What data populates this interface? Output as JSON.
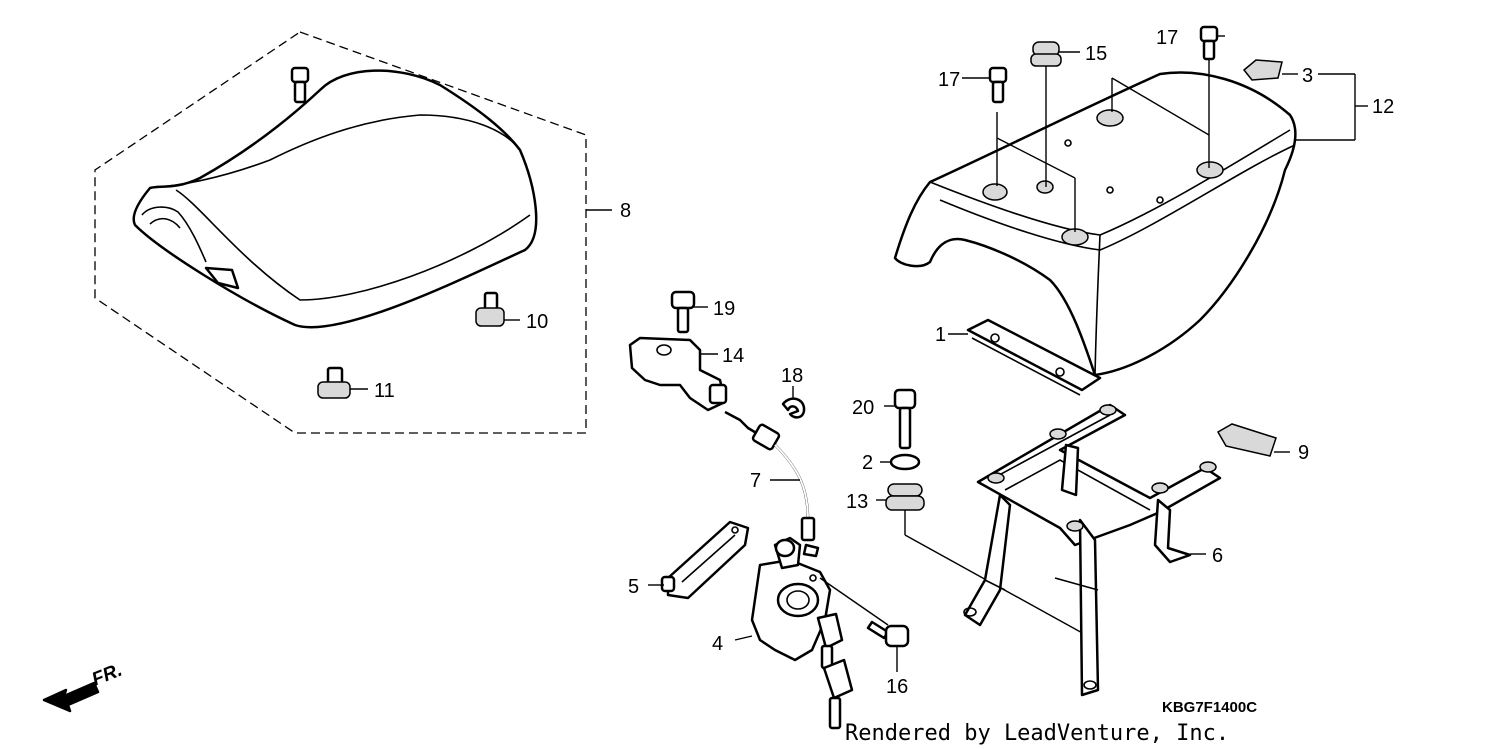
{
  "parts": [
    {
      "id": "p1",
      "label": "1"
    },
    {
      "id": "p2",
      "label": "2"
    },
    {
      "id": "p3",
      "label": "3"
    },
    {
      "id": "p4",
      "label": "4"
    },
    {
      "id": "p5",
      "label": "5"
    },
    {
      "id": "p6",
      "label": "6"
    },
    {
      "id": "p7",
      "label": "7"
    },
    {
      "id": "p8",
      "label": "8"
    },
    {
      "id": "p9",
      "label": "9"
    },
    {
      "id": "p10",
      "label": "10"
    },
    {
      "id": "p11",
      "label": "11"
    },
    {
      "id": "p12",
      "label": "12"
    },
    {
      "id": "p13",
      "label": "13"
    },
    {
      "id": "p14",
      "label": "14"
    },
    {
      "id": "p15",
      "label": "15"
    },
    {
      "id": "p16",
      "label": "16"
    },
    {
      "id": "p17a",
      "label": "17"
    },
    {
      "id": "p17b",
      "label": "17"
    },
    {
      "id": "p18",
      "label": "18"
    },
    {
      "id": "p19",
      "label": "19"
    },
    {
      "id": "p20",
      "label": "20"
    }
  ],
  "direction_label": "FR.",
  "diagram_code": "KBG7F1400C",
  "credit": "Rendered by LeadVenture, Inc."
}
